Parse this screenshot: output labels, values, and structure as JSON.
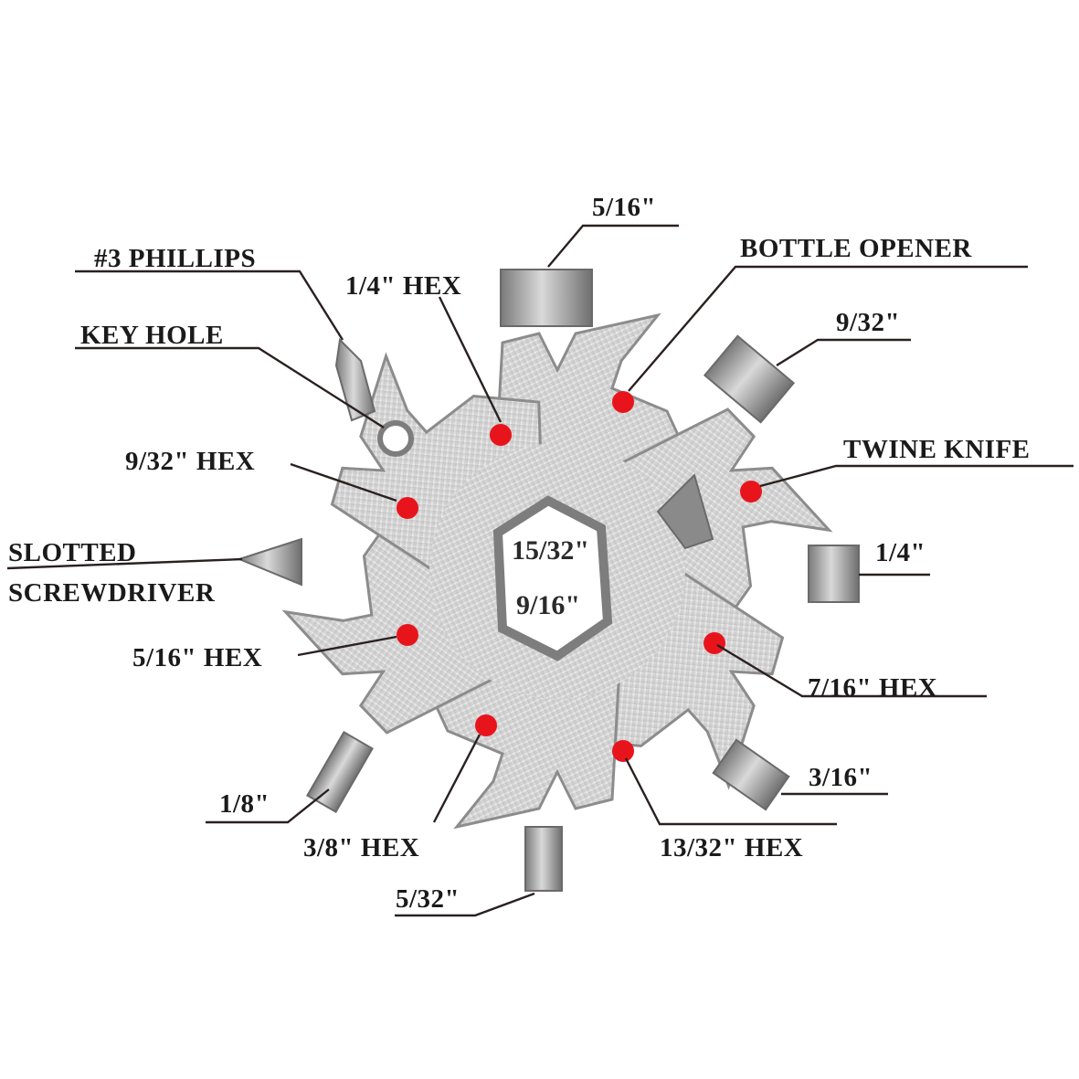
{
  "labels": {
    "phillips": "#3 PHILLIPS",
    "key_hole": "KEY HOLE",
    "hex_9_32": "9/32\" HEX",
    "slotted_1": "SLOTTED",
    "slotted_2": "SCREWDRIVER",
    "hex_5_16": "5/16\" HEX",
    "size_1_8": "1/8\"",
    "hex_3_8": "3/8\" HEX",
    "size_5_32": "5/32\"",
    "hex_13_32": "13/32\" HEX",
    "size_3_16": "3/16\"",
    "hex_7_16": "7/16\" HEX",
    "size_1_4": "1/4\"",
    "twine_knife": "TWINE KNIFE",
    "size_9_32": "9/32\"",
    "bottle_opener": "BOTTLE OPENER",
    "size_5_16": "5/16\"",
    "hex_1_4": "1/4\" HEX",
    "center_top": "15/32\"",
    "center_bottom": "9/16\""
  },
  "colors": {
    "marker": "#e8141c",
    "metal_light": "#e6e6e6",
    "metal_dark": "#8c8c8c",
    "leader": "#2a2020"
  }
}
